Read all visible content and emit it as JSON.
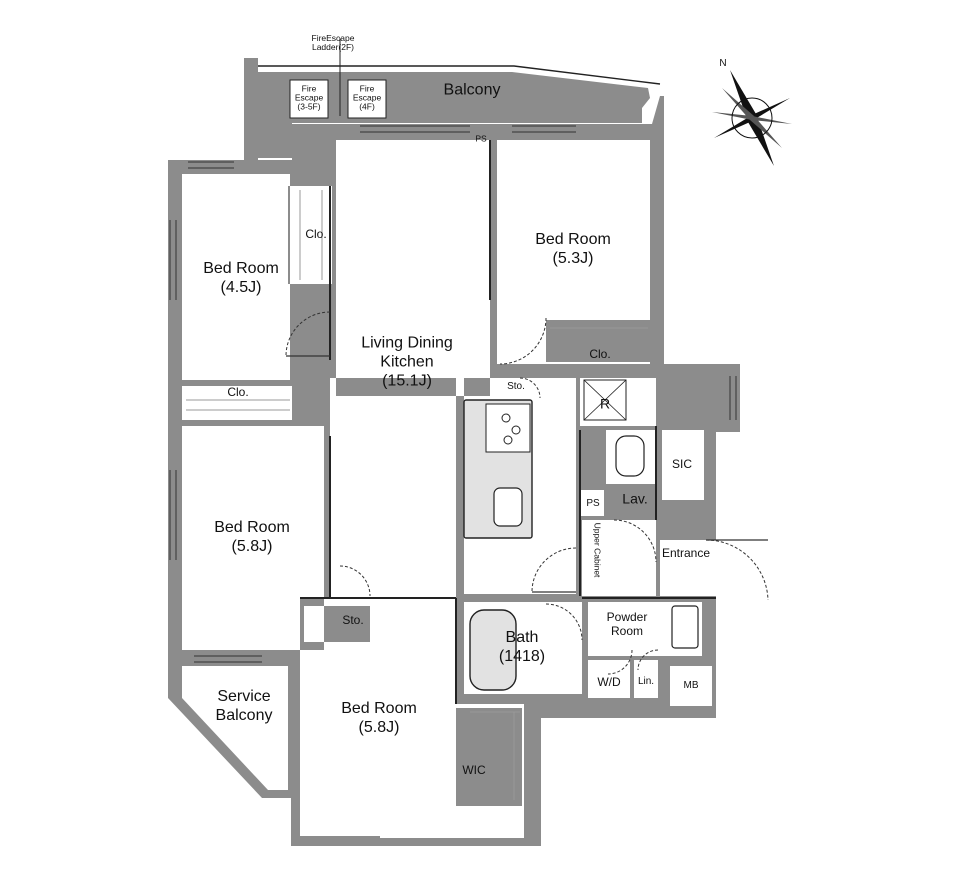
{
  "rooms": {
    "balcony": "Balcony",
    "bed_nw": {
      "name": "Bed Room",
      "size": "(4.5J)"
    },
    "bed_ne": {
      "name": "Bed Room",
      "size": "(5.3J)"
    },
    "ldk": {
      "name1": "Living Dining",
      "name2": "Kitchen",
      "size": "(15.1J)"
    },
    "bed_w": {
      "name": "Bed Room",
      "size": "(5.8J)"
    },
    "bed_s": {
      "name": "Bed Room",
      "size": "(5.8J)"
    },
    "service_balcony": {
      "line1": "Service",
      "line2": "Balcony"
    },
    "bath": {
      "name": "Bath",
      "size": "(1418)"
    },
    "powder_room": {
      "line1": "Powder",
      "line2": "Room"
    }
  },
  "labels": {
    "clo_nw": "Clo.",
    "clo_ne": "Clo.",
    "clo_w": "Clo.",
    "sto_kitchen": "Sto.",
    "sto_south": "Sto.",
    "ps_top": "PS",
    "ps_mid": "PS",
    "r": "R",
    "lav": "Lav.",
    "sic": "SIC",
    "entrance": "Entrance",
    "upper_cabinet": "Upper Cabinet",
    "wd": "W/D",
    "lin": "Lin.",
    "mb": "MB",
    "wic": "WIC",
    "fire_escape_ladder_1": "FireEscape",
    "fire_escape_ladder_2": "Ladder(2F)",
    "fire_escape_a1": "Fire",
    "fire_escape_a2": "Escape",
    "fire_escape_a3": "(3-5F)",
    "fire_escape_b1": "Fire",
    "fire_escape_b2": "Escape",
    "fire_escape_b3": "(4F)"
  },
  "compass": {
    "north": "N"
  },
  "colors": {
    "wall": "#8c8c8c",
    "line": "#222222",
    "fixture": "#e2e2e2"
  }
}
